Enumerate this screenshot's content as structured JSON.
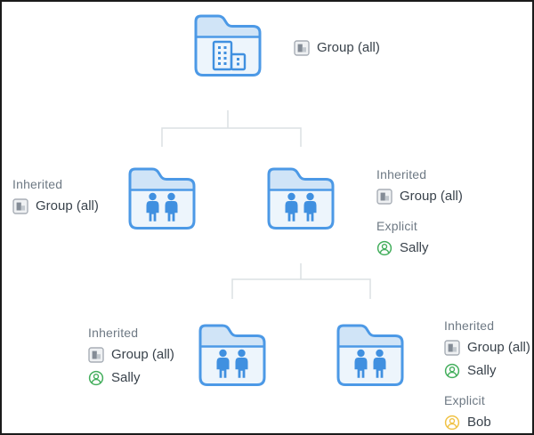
{
  "diagram": {
    "type": "folder-permission-inheritance-tree",
    "colors": {
      "folder_border": "#4C99E6",
      "folder_band": "#D0E4F7",
      "folder_body": "#EDF5FC",
      "content_blue": "#4090E0",
      "connector_line": "#DCE0E3",
      "section_header_text": "#6E7984",
      "name_text": "#39424B",
      "group_icon_gray": "#848C96",
      "sally_green": "#43AE5C",
      "bob_yellow": "#F0C245",
      "frame_border": "#1b1b1b"
    }
  },
  "nodes": [
    {
      "id": "root",
      "folder_icon": "organization-folder",
      "label_side": "right",
      "sections": [
        {
          "header": "",
          "items": [
            {
              "icon": "group-icon",
              "name": "Group (all)"
            }
          ]
        }
      ]
    },
    {
      "id": "mid-left",
      "folder_icon": "team-folder",
      "label_side": "left",
      "sections": [
        {
          "header": "Inherited",
          "items": [
            {
              "icon": "group-icon",
              "name": "Group (all)"
            }
          ]
        }
      ]
    },
    {
      "id": "mid-right",
      "folder_icon": "team-folder",
      "label_side": "right",
      "sections": [
        {
          "header": "Inherited",
          "items": [
            {
              "icon": "group-icon",
              "name": "Group (all)"
            }
          ]
        },
        {
          "header": "Explicit",
          "items": [
            {
              "icon": "member-icon-green",
              "name": "Sally"
            }
          ]
        }
      ]
    },
    {
      "id": "bottom-left",
      "folder_icon": "team-folder",
      "label_side": "left",
      "sections": [
        {
          "header": "Inherited",
          "items": [
            {
              "icon": "group-icon",
              "name": "Group (all)"
            },
            {
              "icon": "member-icon-green",
              "name": "Sally"
            }
          ]
        }
      ]
    },
    {
      "id": "bottom-right",
      "folder_icon": "team-folder",
      "label_side": "right",
      "sections": [
        {
          "header": "Inherited",
          "items": [
            {
              "icon": "group-icon",
              "name": "Group (all)"
            },
            {
              "icon": "member-icon-green",
              "name": "Sally"
            }
          ]
        },
        {
          "header": "Explicit",
          "items": [
            {
              "icon": "member-icon-yellow",
              "name": "Bob"
            }
          ]
        }
      ]
    }
  ],
  "edges": [
    {
      "from": "root",
      "to": [
        "mid-left",
        "mid-right"
      ]
    },
    {
      "from": "mid-right",
      "to": [
        "bottom-left",
        "bottom-right"
      ]
    }
  ]
}
